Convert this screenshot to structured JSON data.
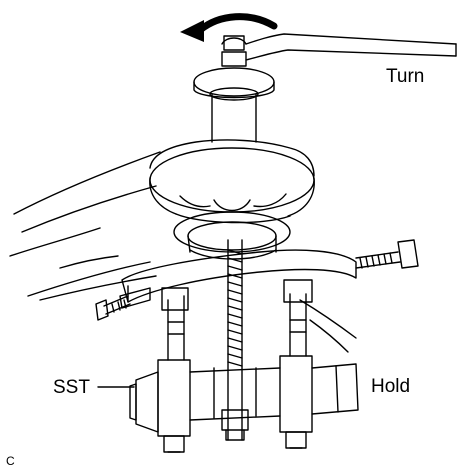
{
  "labels": {
    "turn": "Turn",
    "hold": "Hold",
    "sst": "SST",
    "figure_code": "C"
  },
  "colors": {
    "line": "#000000",
    "background": "#ffffff"
  }
}
